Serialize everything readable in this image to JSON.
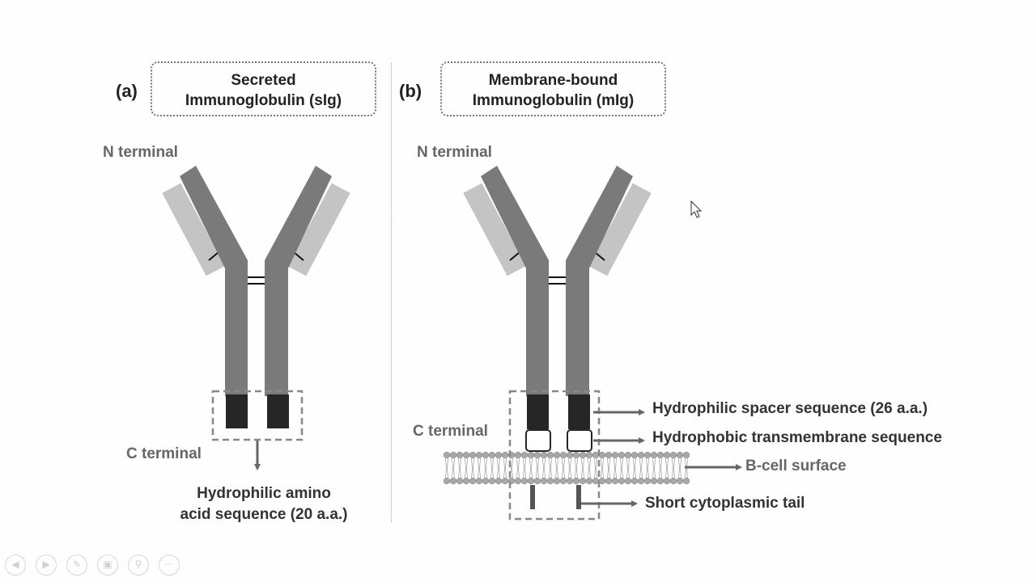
{
  "panel_a": {
    "label": "(a)",
    "title_line1": "Secreted",
    "title_line2": "Immunoglobulin  (sIg)",
    "n_terminal": "N terminal",
    "c_terminal": "C terminal",
    "annotation_line1": "Hydrophilic amino",
    "annotation_line2": "acid sequence (20 a.a.)"
  },
  "panel_b": {
    "label": "(b)",
    "title_line1": "Membrane-bound",
    "title_line2": "Immunoglobulin  (mIg)",
    "n_terminal": "N terminal",
    "c_terminal": "C terminal",
    "callouts": [
      "Hydrophilic spacer sequence (26 a.a.)",
      "Hydrophobic transmembrane sequence",
      "B-cell surface",
      "Short cytoplasmic tail"
    ]
  },
  "colors": {
    "heavy_chain": "#7a7a7a",
    "light_chain": "#c4c4c4",
    "c_terminal_block": "#262626",
    "arrow": "#666666",
    "membrane_bead": "#a8a8a8"
  },
  "toolbar": {
    "icons": [
      "previous-icon",
      "next-icon",
      "pen-icon",
      "slides-icon",
      "zoom-icon",
      "more-icon"
    ]
  }
}
